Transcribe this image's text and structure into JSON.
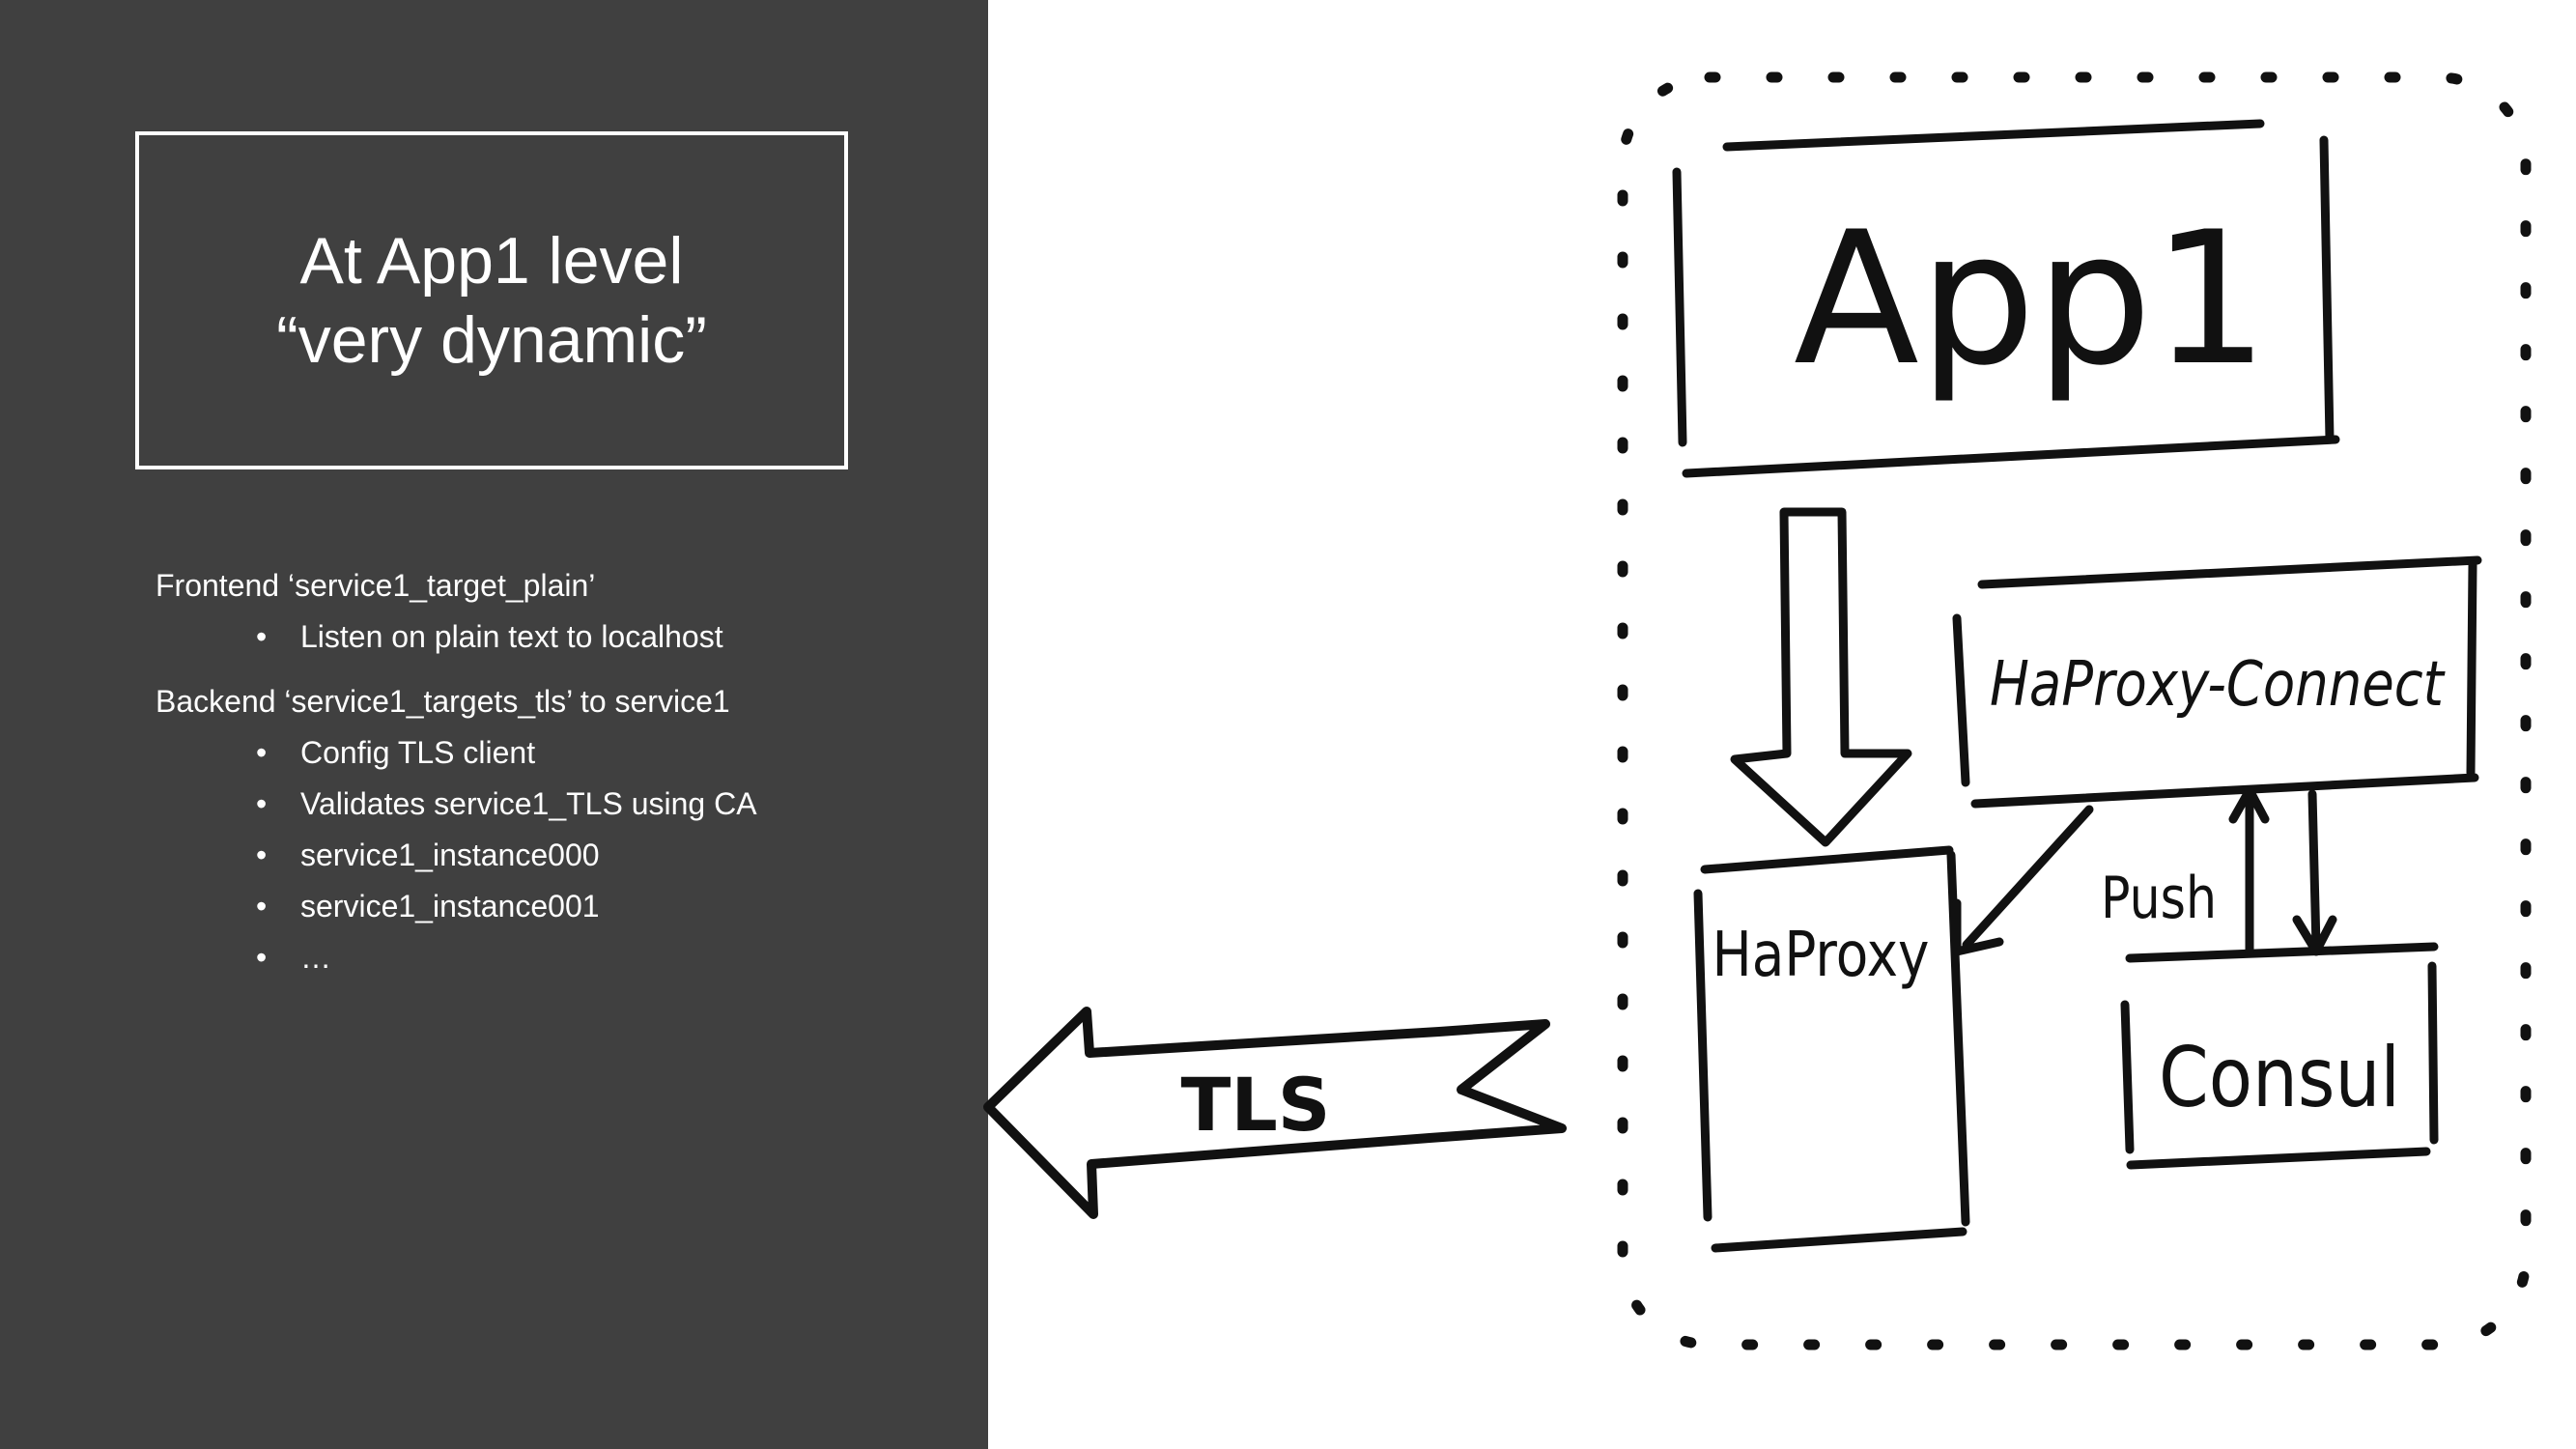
{
  "slide": {
    "title_line1": "At App1 level",
    "title_line2": "“very dynamic”",
    "frontend": "Frontend ‘service1_target_plain’",
    "frontend_bullets": [
      "Listen on plain text to localhost"
    ],
    "backend": "Backend ‘service1_targets_tls’ to service1",
    "backend_bullets": [
      "Config TLS client",
      "Validates service1_TLS using CA",
      "service1_instance000",
      "service1_instance001",
      "…"
    ]
  },
  "diagram": {
    "app_label": "App1",
    "connect_label": "HaProxy-Connect",
    "haproxy_label": "HaProxy",
    "consul_label": "Consul",
    "push_label": "Push",
    "tls_label": "TLS"
  }
}
